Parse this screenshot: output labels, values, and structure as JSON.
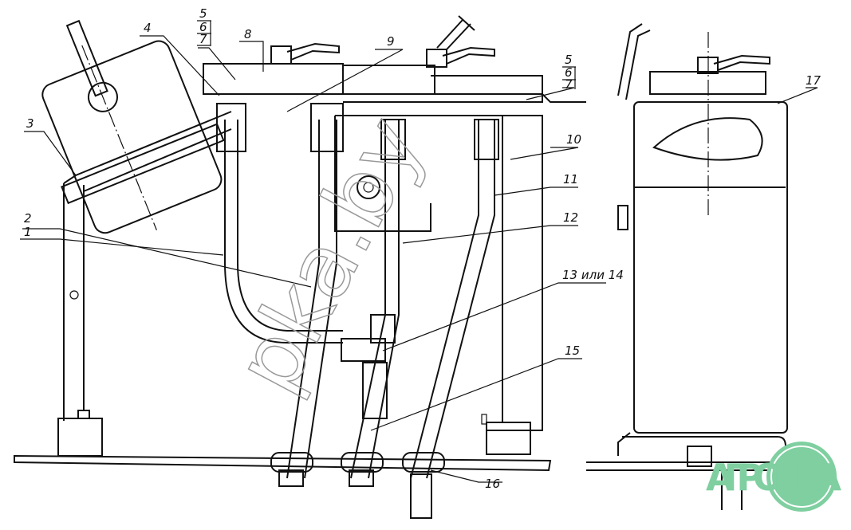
{
  "drawing": {
    "callouts": [
      "1",
      "2",
      "3",
      "4",
      "5",
      "6",
      "7",
      "8",
      "9",
      "10",
      "11",
      "12",
      "13 или 14",
      "15",
      "16",
      "17"
    ],
    "callout_right_group": [
      "5",
      "6",
      "7"
    ]
  },
  "watermark": "pka.by",
  "logo": {
    "text": "АГРОНКА",
    "color": "#7fcfa0"
  }
}
